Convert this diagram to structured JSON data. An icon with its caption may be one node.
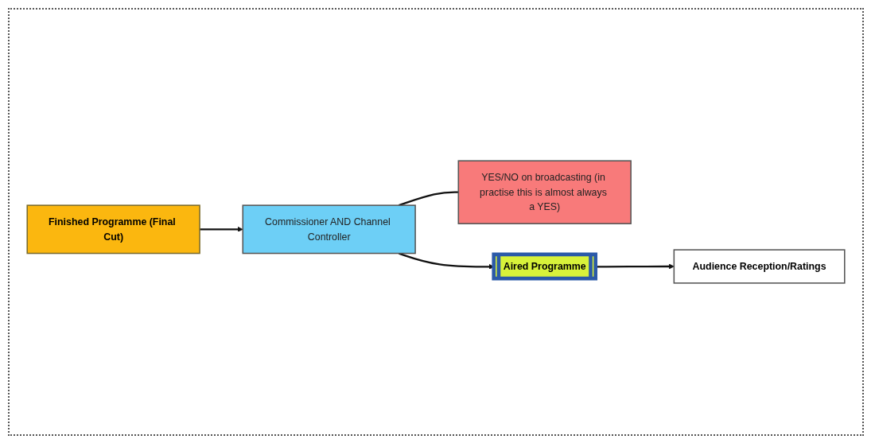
{
  "diagram": {
    "nodes": [
      {
        "text": [
          "Finished Programme (Final Cut)"
        ]
      },
      {
        "text": [
          "Commissioner AND Channel Controller"
        ]
      },
      {
        "text": [
          "YES/NO on broadcasting (in practise this is almost always a YES)"
        ]
      },
      {
        "text": [
          "Aired Programme"
        ]
      },
      {
        "text": [
          "Audience Reception/Ratings"
        ]
      }
    ],
    "edges": [
      {
        "from": 0,
        "to": 1,
        "arrow": "to"
      },
      {
        "from": 1,
        "to": 3,
        "arrow": "to"
      },
      {
        "from": 1,
        "to": 2,
        "arrow": "none"
      },
      {
        "from": 3,
        "to": 4,
        "arrow": "to"
      }
    ]
  }
}
